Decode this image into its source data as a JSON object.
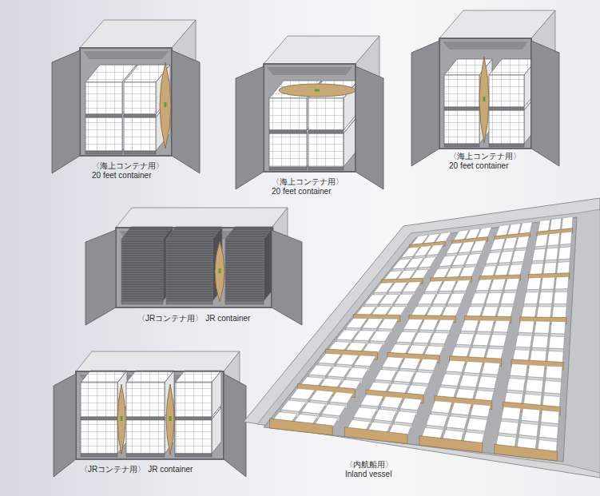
{
  "diagram": {
    "labels": [
      "〈海上コンテナ用〉",
      "20 feet container",
      "〈海上コンテナ用〉",
      "20 feet container",
      "〈海上コンテナ用〉",
      "20 feet container",
      "〈JRコンテナ用〉",
      "JR container",
      "〈JRコンテナ用〉",
      "JR container",
      "〈内航船用〉",
      "Inland vessel"
    ]
  }
}
